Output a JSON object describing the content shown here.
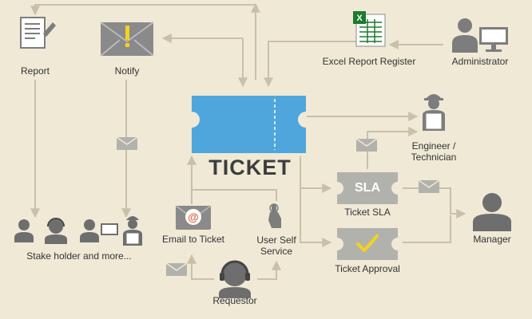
{
  "nodes": {
    "report": "Report",
    "notify": "Notify",
    "excel_report_register": "Excel Report Register",
    "administrator": "Administrator",
    "ticket": "TICKET",
    "engineer": [
      "Engineer /",
      "Technician"
    ],
    "sla_badge": "SLA",
    "ticket_sla": "Ticket SLA",
    "manager": "Manager",
    "ticket_approval": "Ticket Approval",
    "email_to_ticket": "Email to Ticket",
    "user_self_service": [
      "User Self",
      "Service"
    ],
    "requestor": "Requestor",
    "stakeholders": "Stake holder and more..."
  },
  "colors": {
    "background": "#efe9d6",
    "connector": "#c9c0a8",
    "ticket_blue": "#4ea6dc",
    "icon_grey": "#7d7d7d",
    "badge_grey": "#b2b2ad",
    "approval_check": "#f4d21f",
    "email_orange": "#e4663b",
    "excel_green": "#1e7a2e",
    "label_text": "#333333",
    "ticket_text": "#3d3d3d"
  },
  "icons": [
    "document-icon",
    "notify-envelope-icon",
    "excel-sheet-icon",
    "administrator-icon",
    "engineer-icon",
    "manager-icon",
    "email-at-icon",
    "self-service-hand-icon",
    "requestor-headset-icon",
    "stakeholder-icons",
    "mail-icon"
  ]
}
